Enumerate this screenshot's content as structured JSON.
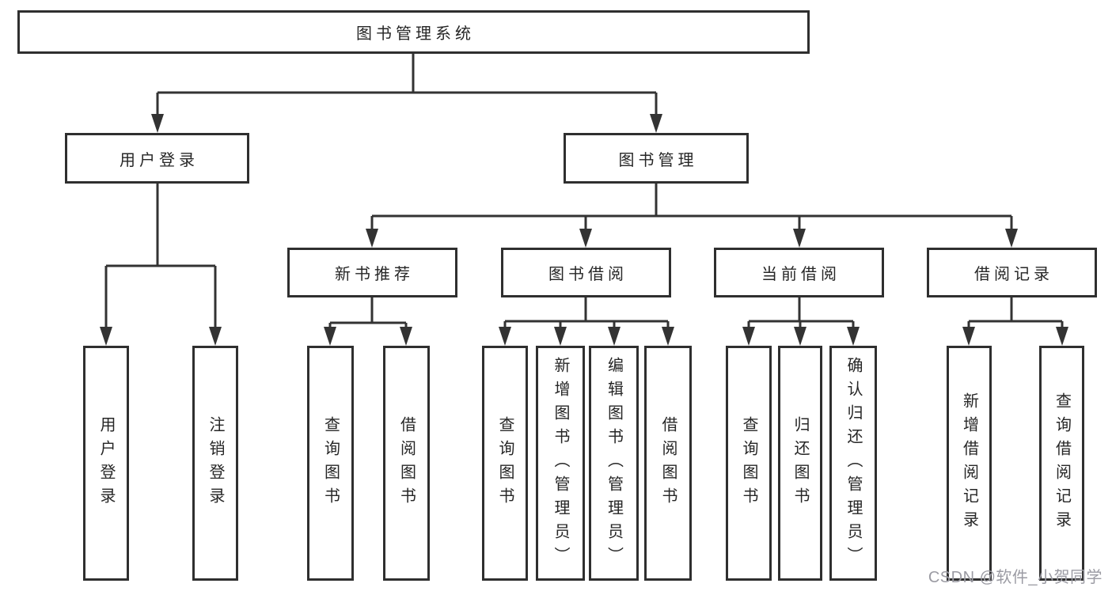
{
  "diagram": {
    "root": {
      "label": "图书管理系统"
    },
    "branches": [
      {
        "label": "用户登录",
        "children": [
          "用户登录",
          "注销登录"
        ]
      },
      {
        "label": "图书管理",
        "children": [
          {
            "label": "新书推荐",
            "children": [
              "查询图书",
              "借阅图书"
            ]
          },
          {
            "label": "图书借阅",
            "children": [
              "查询图书",
              "新增图书（管理员）",
              "编辑图书（管理员）",
              "借阅图书"
            ]
          },
          {
            "label": "当前借阅",
            "children": [
              "查询图书",
              "归还图书",
              "确认归还（管理员）"
            ]
          },
          {
            "label": "借阅记录",
            "children": [
              "新增借阅记录",
              "查询借阅记录"
            ]
          }
        ]
      }
    ]
  },
  "watermark": {
    "text": "CSDN @软件_小贺同学"
  },
  "colors": {
    "line": "#333333",
    "box_border": "#2f2f2f",
    "text": "#262626",
    "background": "#ffffff",
    "watermark": "#9b9ba3"
  }
}
